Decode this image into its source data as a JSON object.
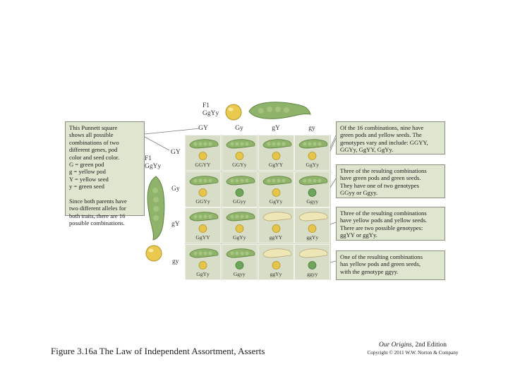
{
  "f1_top": {
    "line1": "F1",
    "line2": "GgYy"
  },
  "f1_left": {
    "line1": "F1",
    "line2": "GgYy"
  },
  "col_headers": [
    "GY",
    "Gy",
    "gY",
    "gy"
  ],
  "row_headers": [
    "GY",
    "Gy",
    "gY",
    "gy"
  ],
  "left_note": {
    "lines": [
      "This Punnett square",
      "shows all possible",
      "combinations of two",
      "different genes, pod",
      "color and seed color.",
      "G = green pod",
      "g = yellow pod",
      "Y = yellow seed",
      "y = green seed",
      "",
      "Since both parents have",
      "two different alleles for",
      "both traits, there are 16",
      "possible combinations."
    ]
  },
  "right_notes": [
    {
      "lines": [
        "Of the 16 combinations, nine have",
        "green pods and yellow seeds. The",
        "genotypes vary and include: GGYY,",
        "GGYy, GgYY, GgYy."
      ]
    },
    {
      "lines": [
        "Three of the resulting combinations",
        "have green pods and green seeds.",
        "They have one of two genotypes",
        "GGyy or Ggyy."
      ]
    },
    {
      "lines": [
        "Three of the resulting combinations",
        "have yellow pods and yellow seeds.",
        "There are two possible genotypes:",
        "ggYY or ggYy."
      ]
    },
    {
      "lines": [
        "One of the resulting combinations",
        "has yellow pods and green seeds,",
        "with the genotype ggyy."
      ]
    }
  ],
  "cells": [
    {
      "genotype": "GGYY",
      "pod": "green",
      "seed": "yellow"
    },
    {
      "genotype": "GGYy",
      "pod": "green",
      "seed": "yellow"
    },
    {
      "genotype": "GgYY",
      "pod": "green",
      "seed": "yellow"
    },
    {
      "genotype": "GgYy",
      "pod": "green",
      "seed": "yellow"
    },
    {
      "genotype": "GGYy",
      "pod": "green",
      "seed": "yellow"
    },
    {
      "genotype": "GGyy",
      "pod": "green",
      "seed": "green"
    },
    {
      "genotype": "GgYy",
      "pod": "green",
      "seed": "yellow"
    },
    {
      "genotype": "Ggyy",
      "pod": "green",
      "seed": "green"
    },
    {
      "genotype": "GgYY",
      "pod": "green",
      "seed": "yellow"
    },
    {
      "genotype": "GgYy",
      "pod": "green",
      "seed": "yellow"
    },
    {
      "genotype": "ggYY",
      "pod": "yellow",
      "seed": "yellow"
    },
    {
      "genotype": "ggYy",
      "pod": "yellow",
      "seed": "yellow"
    },
    {
      "genotype": "GgYy",
      "pod": "green",
      "seed": "yellow"
    },
    {
      "genotype": "Ggyy",
      "pod": "green",
      "seed": "green"
    },
    {
      "genotype": "ggYy",
      "pod": "yellow",
      "seed": "yellow"
    },
    {
      "genotype": "ggyy",
      "pod": "yellow",
      "seed": "green"
    }
  ],
  "caption": "Figure 3.16a The Law of Independent Assortment, Asserts",
  "credit": {
    "book": "Our Origins",
    "edition": ", 2nd Edition",
    "copyright": "Copyright © 2011  W.W. Norton & Company"
  },
  "colors": {
    "green_pod": "#8fb36a",
    "yellow_pod": "#efe6b8",
    "yellow_seed": "#e6c64a",
    "green_seed": "#6fa55a",
    "grid_bg": "#cfd6bf",
    "note_bg": "#dfe6cf"
  }
}
